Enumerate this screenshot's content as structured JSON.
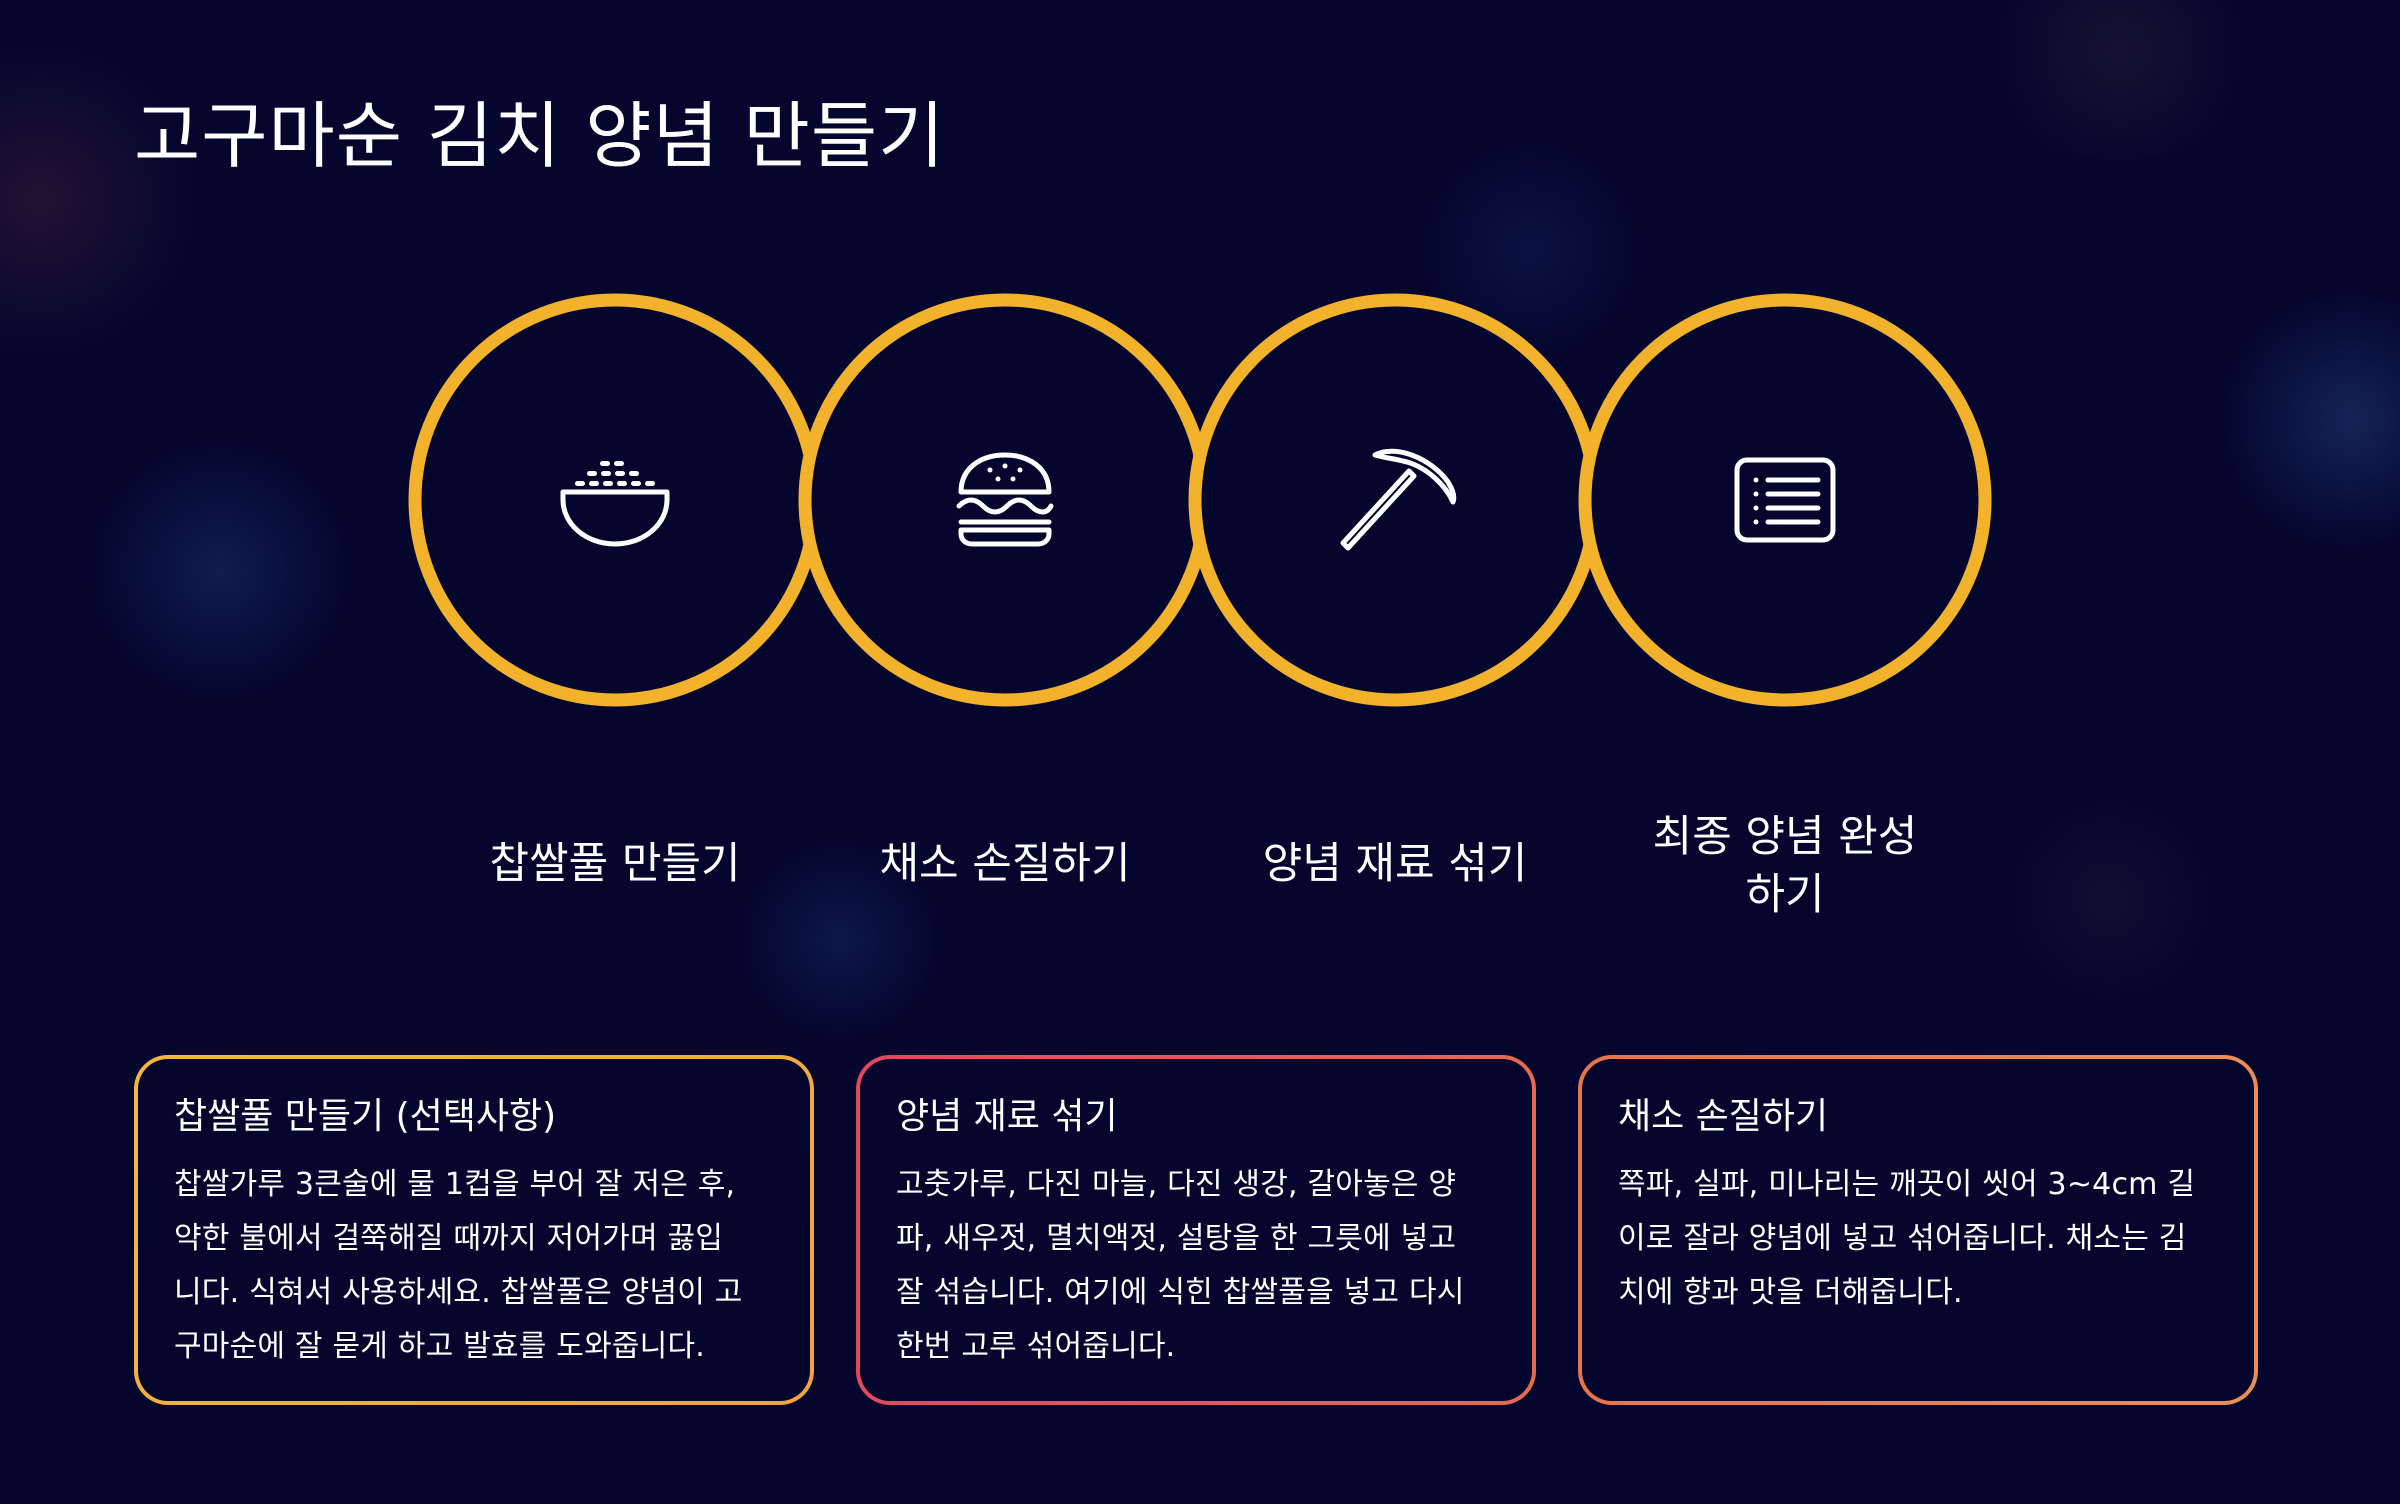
{
  "page": {
    "title": "고구마순 김치 양념 만들기"
  },
  "colors": {
    "background": "#04062e",
    "ring": "#f2b22c",
    "text": "#ffffff",
    "card_border_1": "#f6b73c",
    "card_border_2": "#e2475e",
    "card_border_3": "#e9734b"
  },
  "steps": [
    {
      "icon": "rice-bowl-icon",
      "label": "찹쌀풀 만들기"
    },
    {
      "icon": "burger-icon",
      "label": "채소 손질하기"
    },
    {
      "icon": "pickaxe-icon",
      "label": "양념 재료 섞기"
    },
    {
      "icon": "list-icon",
      "label_line1": "최종 양념 완성",
      "label_line2": "하기"
    }
  ],
  "cards": [
    {
      "title": "찹쌀풀 만들기 (선택사항)",
      "lines": [
        "찹쌀가루 3큰술에 물 1컵을 부어 잘 저은 후,",
        "약한 불에서 걸쭉해질 때까지 저어가며 끓입",
        "니다. 식혀서 사용하세요. 찹쌀풀은 양념이 고",
        "구마순에 잘 묻게 하고 발효를 도와줍니다."
      ]
    },
    {
      "title": "양념 재료 섞기",
      "lines": [
        "고춧가루, 다진 마늘, 다진 생강, 갈아놓은 양",
        "파, 새우젓, 멸치액젓, 설탕을 한 그릇에 넣고",
        "잘 섞습니다. 여기에 식힌 찹쌀풀을 넣고 다시",
        "한번 고루 섞어줍니다."
      ]
    },
    {
      "title": "채소 손질하기",
      "lines": [
        "쪽파, 실파, 미나리는 깨끗이 씻어 3~4cm 길",
        "이로 잘라 양념에 넣고 섞어줍니다. 채소는 김",
        "치에 향과 맛을 더해줍니다."
      ]
    }
  ]
}
